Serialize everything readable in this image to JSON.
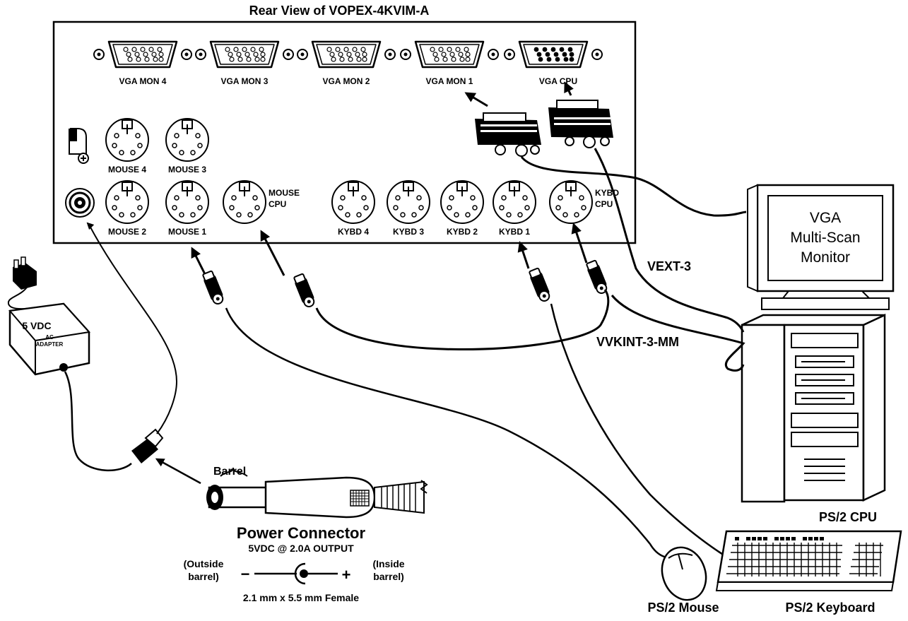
{
  "title": "Rear View of  VOPEX-4KVIM-A",
  "ports": {
    "vga_mon_4": "VGA MON 4",
    "vga_mon_3": "VGA MON 3",
    "vga_mon_2": "VGA MON 2",
    "vga_mon_1": "VGA MON 1",
    "vga_cpu": "VGA CPU",
    "mouse_4": "MOUSE 4",
    "mouse_3": "MOUSE 3",
    "mouse_2": "MOUSE 2",
    "mouse_1": "MOUSE 1",
    "mouse_cpu_line1": "MOUSE",
    "mouse_cpu_line2": "CPU",
    "kybd_4": "KYBD 4",
    "kybd_3": "KYBD 3",
    "kybd_2": "KYBD 2",
    "kybd_1": "KYBD 1",
    "kybd_cpu_line1": "KYBD",
    "kybd_cpu_line2": "CPU"
  },
  "monitor": {
    "line1": "VGA",
    "line2": "Multi-Scan",
    "line3": "Monitor"
  },
  "cables": {
    "vext": "VEXT-3",
    "vvkint": "VVKINT-3-MM"
  },
  "adapter": {
    "line1": "5 VDC",
    "line2": "AC",
    "line3": "ADAPTER"
  },
  "power": {
    "barrel_label": "Barrel",
    "title": "Power Connector",
    "output": "5VDC @ 2.0A OUTPUT",
    "outside_1": "(Outside",
    "outside_2": "barrel)",
    "inside_1": "(Inside",
    "inside_2": "barrel)",
    "minus": "−",
    "plus": "+",
    "spec": "2.1 mm x 5.5 mm Female"
  },
  "devices": {
    "ps2_cpu": "PS/2 CPU",
    "ps2_mouse": "PS/2 Mouse",
    "ps2_keyboard": "PS/2 Keyboard"
  }
}
